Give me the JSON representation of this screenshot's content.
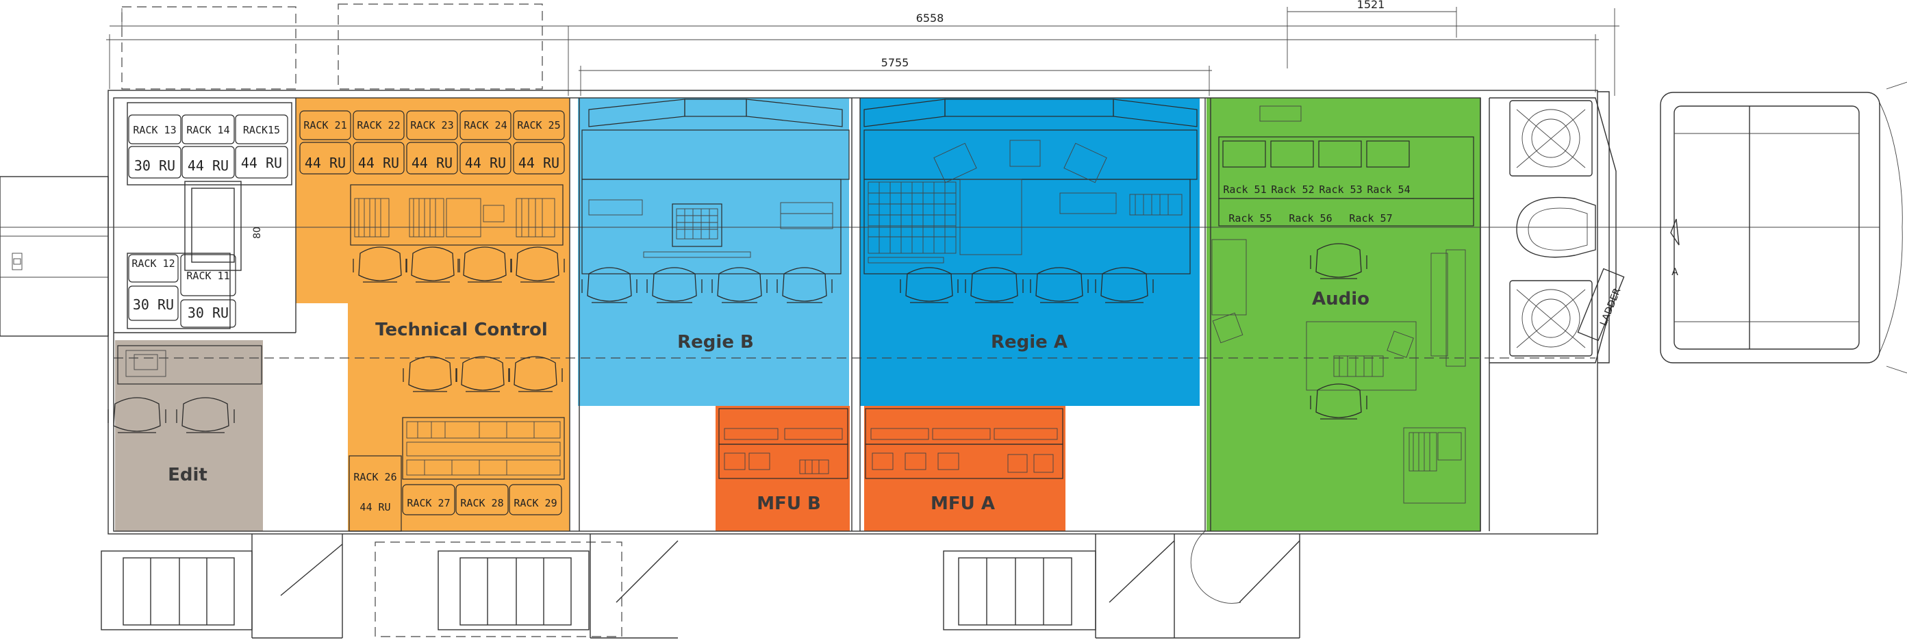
{
  "colors": {
    "technical": "#f8ad4a",
    "regie_b": "#5bc0ea",
    "regie_a": "#0d9fdc",
    "mfu": "#f26d2d",
    "audio": "#6cbf45",
    "edit": "#bcb1a6"
  },
  "dimensions": {
    "overall": "6558",
    "inner": "5755",
    "cab": "1521",
    "offset": "80"
  },
  "zones": {
    "technical": "Technical Control",
    "regie_b": "Regie B",
    "regie_a": "Regie A",
    "mfu_b": "MFU B",
    "mfu_a": "MFU A",
    "audio": "Audio",
    "edit": "Edit"
  },
  "racks": {
    "r13": "RACK 13",
    "r14": "RACK 14",
    "r15": "RACK15",
    "r21": "RACK 21",
    "r22": "RACK 22",
    "r23": "RACK 23",
    "r24": "RACK 24",
    "r25": "RACK 25",
    "r12": "RACK 12",
    "r11": "RACK 11",
    "r26": "RACK 26",
    "r27": "RACK 27",
    "r28": "RACK 28",
    "r29": "RACK 29",
    "r51": "Rack 51",
    "r52": "Rack 52",
    "r53": "Rack 53",
    "r54": "Rack 54",
    "r55": "Rack 55",
    "r56": "Rack 56",
    "r57": "Rack 57"
  },
  "units": {
    "ru30": "30 RU",
    "ru44": "44 RU"
  },
  "labels": {
    "ladder": "LADDER",
    "section_a": "A"
  }
}
